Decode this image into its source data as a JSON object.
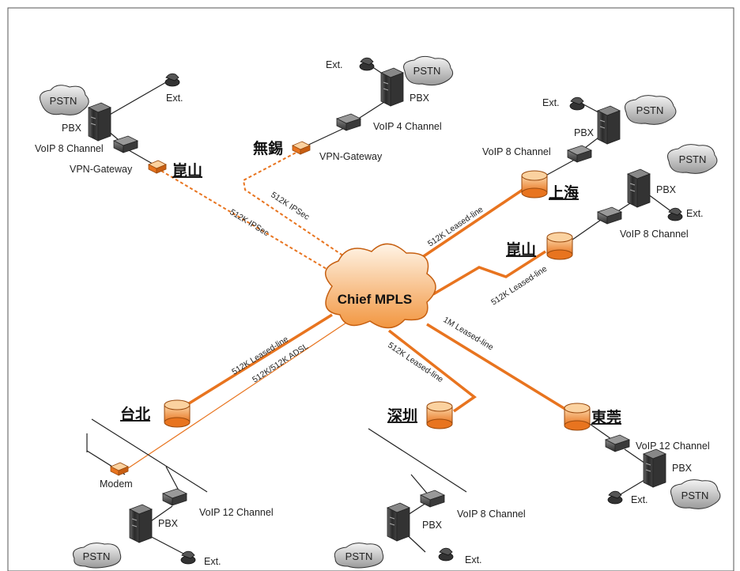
{
  "center": {
    "label": "Chief MPLS"
  },
  "links": {
    "kunshan_nw": "512K IPSec",
    "wuxi": "512K IPSec",
    "shanghai": "512K Leased-line",
    "kunshan_e": "512K Leased-line",
    "dongguan": "1M Leased-line",
    "shenzhen": "512K Leased-line",
    "taipei_leased": "512K Leased-line",
    "taipei_adsl": "512K/512K ADSL"
  },
  "sites": {
    "kunshan_nw": {
      "name": "崑山",
      "gateway": "VPN-Gateway",
      "voip": "VoIP 8 Channel",
      "pbx": "PBX",
      "pstn": "PSTN",
      "ext": "Ext."
    },
    "wuxi": {
      "name": "無錫",
      "gateway": "VPN-Gateway",
      "voip": "VoIP 4 Channel",
      "pbx": "PBX",
      "pstn": "PSTN",
      "ext": "Ext."
    },
    "shanghai": {
      "name": "上海",
      "voip": "VoIP 8 Channel",
      "pbx": "PBX",
      "pstn": "PSTN",
      "ext": "Ext."
    },
    "kunshan_e": {
      "name": "崑山",
      "voip": "VoIP 8 Channel",
      "pbx": "PBX",
      "pstn": "PSTN",
      "ext": "Ext."
    },
    "dongguan": {
      "name": "東莞",
      "voip": "VoIP 12 Channel",
      "pbx": "PBX",
      "pstn": "PSTN",
      "ext": "Ext."
    },
    "shenzhen": {
      "name": "深圳",
      "voip": "VoIP 8 Channel",
      "pbx": "PBX",
      "pstn": "PSTN",
      "ext": "Ext."
    },
    "taipei": {
      "name": "台北",
      "modem": "Modem",
      "voip": "VoIP 12 Channel",
      "pbx": "PBX",
      "pstn": "PSTN",
      "ext": "Ext."
    }
  }
}
